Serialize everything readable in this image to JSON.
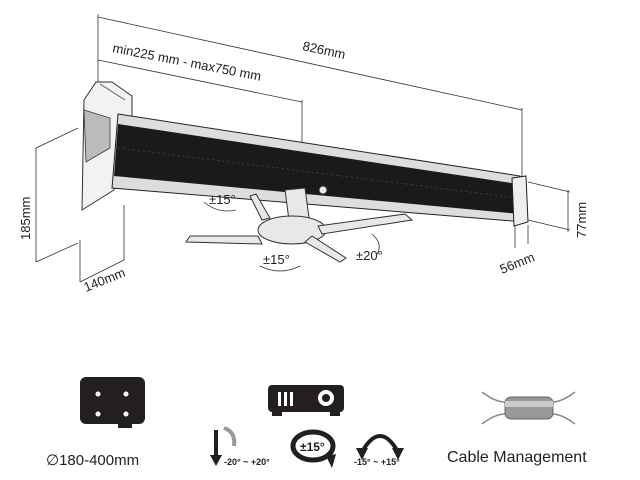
{
  "dimensions": {
    "total_length": "826mm",
    "extension_range": "min225 mm - max750 mm",
    "wall_plate_height": "185mm",
    "wall_plate_depth": "140mm",
    "tube_height": "77mm",
    "tube_width": "56mm"
  },
  "mount_angles": {
    "upper_left": "±15°",
    "lower": "±15°",
    "right": "±20°"
  },
  "features": {
    "plate_range": "∅180-400mm",
    "tilt_range": "-20° ~ +20°",
    "rotation": "±15°",
    "swivel_range": "-15° ~ +15°",
    "cable_management": "Cable Management"
  }
}
